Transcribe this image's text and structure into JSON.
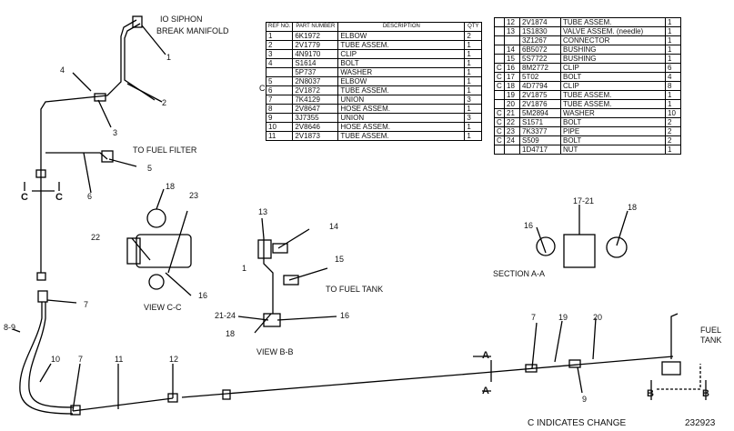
{
  "labels": {
    "siphon": "IO SIPHON",
    "break_manifold": "BREAK MANIFOLD",
    "to_fuel_filter": "TO FUEL FILTER",
    "to_fuel_tank": "TO FUEL TANK",
    "view_cc": "VIEW C-C",
    "view_bb": "VIEW B-B",
    "section_aa": "SECTION A-A",
    "fuel": "FUEL",
    "tank": "TANK",
    "c_indicates_change": "C INDICATES CHANGE",
    "doc_number": "232923",
    "section_letters": {
      "c": "C",
      "a": "A",
      "b": "B"
    }
  },
  "callouts": [
    "1",
    "2",
    "3",
    "4",
    "5",
    "6",
    "7",
    "8-9",
    "10",
    "11",
    "12",
    "13",
    "14",
    "15",
    "16",
    "17-21",
    "18",
    "19",
    "20",
    "21-24",
    "22",
    "23",
    "9"
  ],
  "table_left": {
    "headers": [
      "REF NO.",
      "PART NUMBER",
      "DESCRIPTION",
      "QTY"
    ],
    "rows": [
      {
        "c": "",
        "ref": "1",
        "part": "6K1972",
        "desc": "ELBOW",
        "qty": "2"
      },
      {
        "c": "",
        "ref": "2",
        "part": "2V1779",
        "desc": "TUBE ASSEM.",
        "qty": "1"
      },
      {
        "c": "",
        "ref": "3",
        "part": "4N9170",
        "desc": "CLIP",
        "qty": "1"
      },
      {
        "c": "C",
        "ref": "4",
        "part": "S1614",
        "desc": "BOLT",
        "qty": "1"
      },
      {
        "c": "",
        "ref": "",
        "part": "5P737",
        "desc": "WASHER",
        "qty": "1"
      },
      {
        "c": "",
        "ref": "5",
        "part": "2N8037",
        "desc": "ELBOW",
        "qty": "1"
      },
      {
        "c": "",
        "ref": "6",
        "part": "2V1872",
        "desc": "TUBE ASSEM.",
        "qty": "1"
      },
      {
        "c": "",
        "ref": "7",
        "part": "7K4129",
        "desc": "UNION",
        "qty": "3"
      },
      {
        "c": "",
        "ref": "8",
        "part": "2V8647",
        "desc": "HOSE ASSEM.",
        "qty": "1"
      },
      {
        "c": "",
        "ref": "9",
        "part": "3J7355",
        "desc": "UNION",
        "qty": "3"
      },
      {
        "c": "",
        "ref": "10",
        "part": "2V8646",
        "desc": "HOSE ASSEM.",
        "qty": "1"
      },
      {
        "c": "",
        "ref": "11",
        "part": "2V1873",
        "desc": "TUBE ASSEM.",
        "qty": "1"
      }
    ]
  },
  "table_right": {
    "rows": [
      {
        "c": "",
        "ref": "12",
        "part": "2V1874",
        "desc": "TUBE ASSEM.",
        "note": "",
        "qty": "1"
      },
      {
        "c": "",
        "ref": "13",
        "part": "1S1830",
        "desc": "VALVE ASSEM.",
        "note": "(needle)",
        "qty": "1"
      },
      {
        "c": "",
        "ref": "",
        "part": "3Z1267",
        "desc": "CONNECTOR",
        "note": "",
        "qty": "1"
      },
      {
        "c": "",
        "ref": "14",
        "part": "6B5072",
        "desc": "BUSHING",
        "note": "",
        "qty": "1"
      },
      {
        "c": "",
        "ref": "15",
        "part": "5S7722",
        "desc": "BUSHING",
        "note": "",
        "qty": "1"
      },
      {
        "c": "C",
        "ref": "16",
        "part": "8M2772",
        "desc": "CLIP",
        "note": "",
        "qty": "6"
      },
      {
        "c": "C",
        "ref": "17",
        "part": "5T02",
        "desc": "BOLT",
        "note": "",
        "qty": "4"
      },
      {
        "c": "C",
        "ref": "18",
        "part": "4D7794",
        "desc": "CLIP",
        "note": "",
        "qty": "8"
      },
      {
        "c": "",
        "ref": "19",
        "part": "2V1875",
        "desc": "TUBE ASSEM.",
        "note": "",
        "qty": "1"
      },
      {
        "c": "",
        "ref": "20",
        "part": "2V1876",
        "desc": "TUBE ASSEM.",
        "note": "",
        "qty": "1"
      },
      {
        "c": "C",
        "ref": "21",
        "part": "5M2894",
        "desc": "WASHER",
        "note": "",
        "qty": "10"
      },
      {
        "c": "C",
        "ref": "22",
        "part": "S1571",
        "desc": "BOLT",
        "note": "",
        "qty": "2"
      },
      {
        "c": "C",
        "ref": "23",
        "part": "7K3377",
        "desc": "PIPE",
        "note": "",
        "qty": "2"
      },
      {
        "c": "C",
        "ref": "24",
        "part": "S509",
        "desc": "BOLT",
        "note": "",
        "qty": "2"
      },
      {
        "c": "",
        "ref": "",
        "part": "1D4717",
        "desc": "NUT",
        "note": "",
        "qty": "1"
      }
    ]
  }
}
